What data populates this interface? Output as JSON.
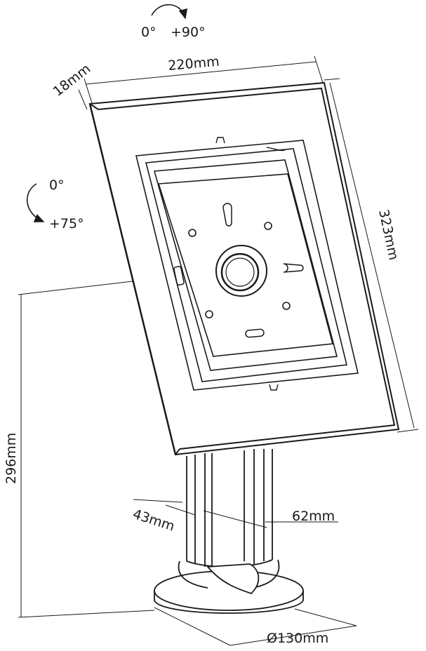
{
  "rotation_top": {
    "from": "0°",
    "to": "+90°"
  },
  "rotation_tilt": {
    "from": "0°",
    "to": "+75°"
  },
  "dimensions": {
    "depth": "18mm",
    "width": "220mm",
    "height": "323mm",
    "stand_height": "296mm",
    "pole_depth": "43mm",
    "pole_width": "62mm",
    "base_diameter": "Ø130mm"
  },
  "colors": {
    "line": "#1a1a1a",
    "background": "#ffffff"
  }
}
